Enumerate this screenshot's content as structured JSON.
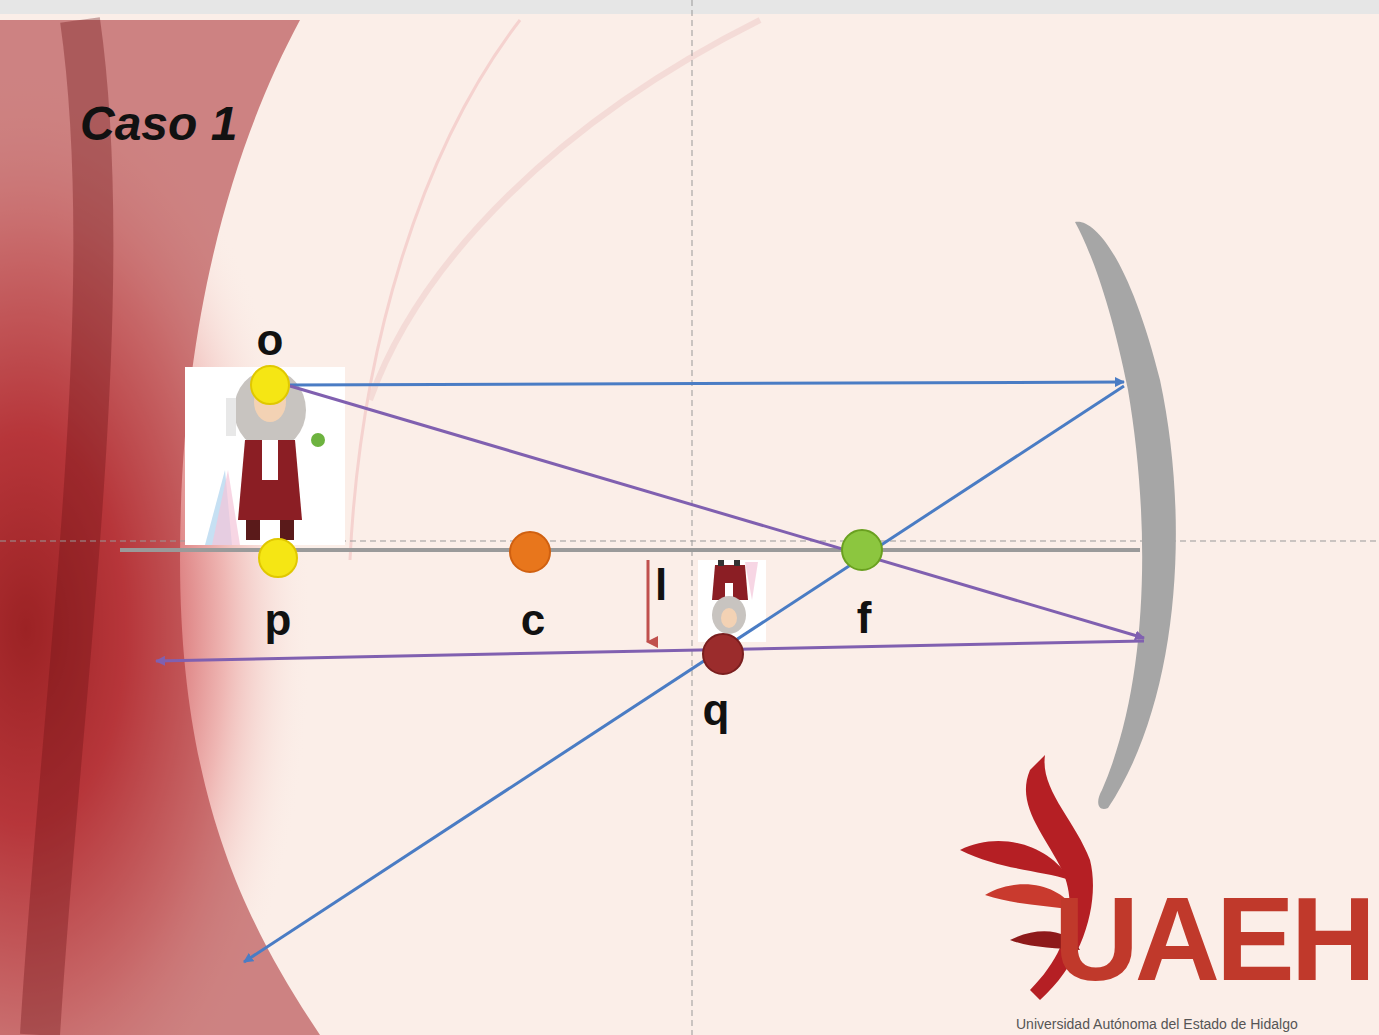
{
  "diagram": {
    "title": "Caso 1",
    "nodes": [
      {
        "text": [
          "o"
        ]
      },
      {
        "text": [
          "p"
        ]
      },
      {
        "text": [
          "c"
        ]
      },
      {
        "text": [
          "f"
        ]
      },
      {
        "text": [
          "q"
        ]
      }
    ],
    "labels": [
      "l",
      "UAEH",
      "Universidad Autónoma del Estado de Hidalgo"
    ]
  }
}
